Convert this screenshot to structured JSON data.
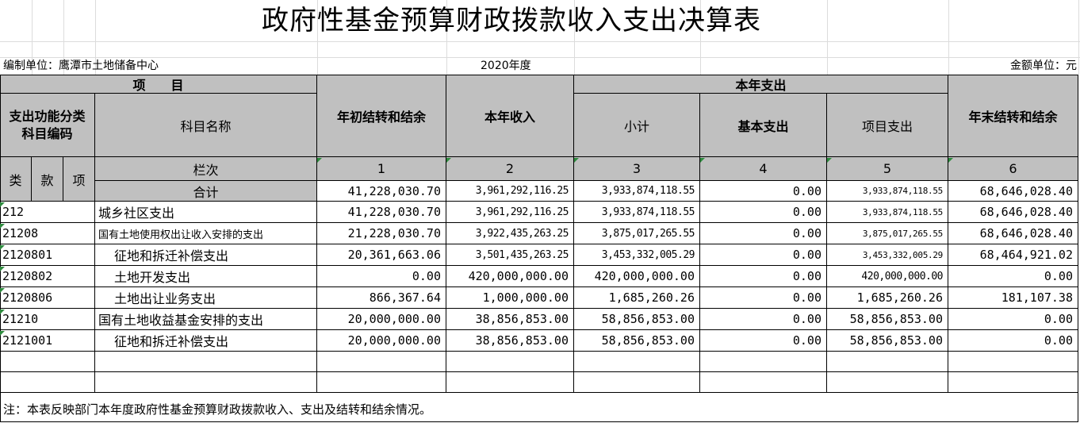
{
  "title": "政府性基金预算财政拨款收入支出决算表",
  "meta": {
    "unit": "编制单位：鹰潭市土地储备中心",
    "year": "2020年度",
    "currency": "金额单位：元"
  },
  "headers": {
    "item": "项　　目",
    "func_code": "支出功能分类科目编码",
    "subject_name": "科目名称",
    "lei": "类",
    "kuan": "款",
    "xiang": "项",
    "column_index": "栏次",
    "total": "合计",
    "begin_balance": "年初结转和结余",
    "year_income": "本年收入",
    "year_expense": "本年支出",
    "subtotal": "小计",
    "basic_expense": "基本支出",
    "project_expense": "项目支出",
    "end_balance": "年末结转和结余",
    "col_numbers": [
      "1",
      "2",
      "3",
      "4",
      "5",
      "6"
    ]
  },
  "total_row": [
    "41,228,030.70",
    "3,961,292,116.25",
    "3,933,874,118.55",
    "0.00",
    "3,933,874,118.55",
    "68,646,028.40"
  ],
  "rows": [
    {
      "code": "212",
      "name": "城乡社区支出",
      "values": [
        "41,228,030.70",
        "3,961,292,116.25",
        "3,933,874,118.55",
        "0.00",
        "3,933,874,118.55",
        "68,646,028.40"
      ]
    },
    {
      "code": "21208",
      "name": "国有土地使用权出让收入安排的支出",
      "values": [
        "21,228,030.70",
        "3,922,435,263.25",
        "3,875,017,265.55",
        "0.00",
        "3,875,017,265.55",
        "68,646,028.40"
      ]
    },
    {
      "code": "2120801",
      "name": "征地和拆迁补偿支出",
      "values": [
        "20,361,663.06",
        "3,501,435,263.25",
        "3,453,332,005.29",
        "0.00",
        "3,453,332,005.29",
        "68,464,921.02"
      ]
    },
    {
      "code": "2120802",
      "name": "土地开发支出",
      "values": [
        "0.00",
        "420,000,000.00",
        "420,000,000.00",
        "0.00",
        "420,000,000.00",
        "0.00"
      ]
    },
    {
      "code": "2120806",
      "name": "土地出让业务支出",
      "values": [
        "866,367.64",
        "1,000,000.00",
        "1,685,260.26",
        "0.00",
        "1,685,260.26",
        "181,107.38"
      ]
    },
    {
      "code": "21210",
      "name": "国有土地收益基金安排的支出",
      "values": [
        "20,000,000.00",
        "38,856,853.00",
        "58,856,853.00",
        "0.00",
        "58,856,853.00",
        "0.00"
      ]
    },
    {
      "code": "2121001",
      "name": "征地和拆迁补偿支出",
      "values": [
        "20,000,000.00",
        "38,856,853.00",
        "58,856,853.00",
        "0.00",
        "58,856,853.00",
        "0.00"
      ]
    }
  ],
  "note": "注：本表反映部门本年度政府性基金预算财政拨款收入、支出及结转和结余情况。"
}
